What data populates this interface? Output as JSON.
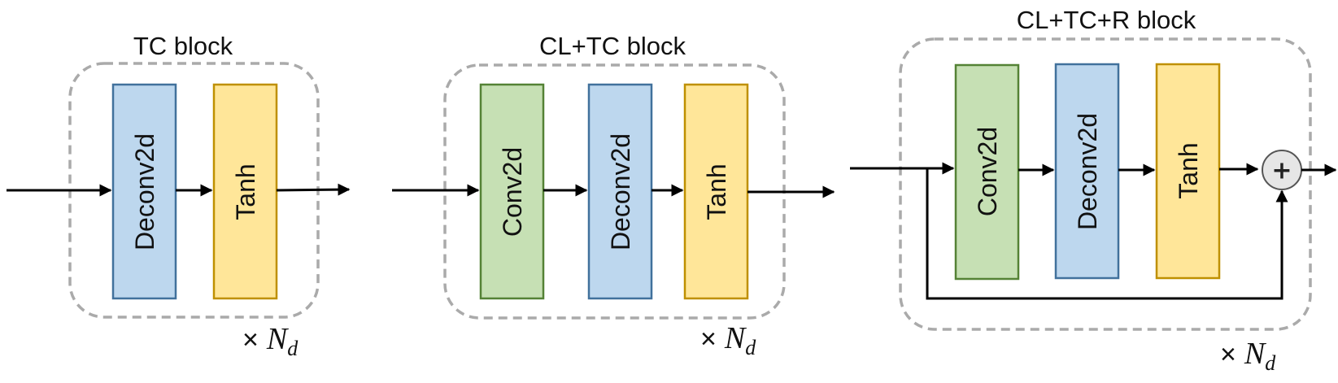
{
  "colors": {
    "conv_fill": "#c6e0b4",
    "conv_stroke": "#548235",
    "deconv_fill": "#bdd7ee",
    "deconv_stroke": "#41719c",
    "tanh_fill": "#ffe699",
    "tanh_stroke": "#bf9000",
    "dashed_border": "#aaaaaa",
    "sum_fill": "#e6e6e6"
  },
  "blocks": [
    {
      "title": "TC block",
      "layers": [
        "Deconv2d",
        "Tanh"
      ],
      "repeat": {
        "times": "×",
        "var": "N",
        "sub": "d"
      }
    },
    {
      "title": "CL+TC block",
      "layers": [
        "Conv2d",
        "Deconv2d",
        "Tanh"
      ],
      "repeat": {
        "times": "×",
        "var": "N",
        "sub": "d"
      }
    },
    {
      "title": "CL+TC+R block",
      "layers": [
        "Conv2d",
        "Deconv2d",
        "Tanh"
      ],
      "repeat": {
        "times": "×",
        "var": "N",
        "sub": "d"
      },
      "residual_op": "+"
    }
  ]
}
